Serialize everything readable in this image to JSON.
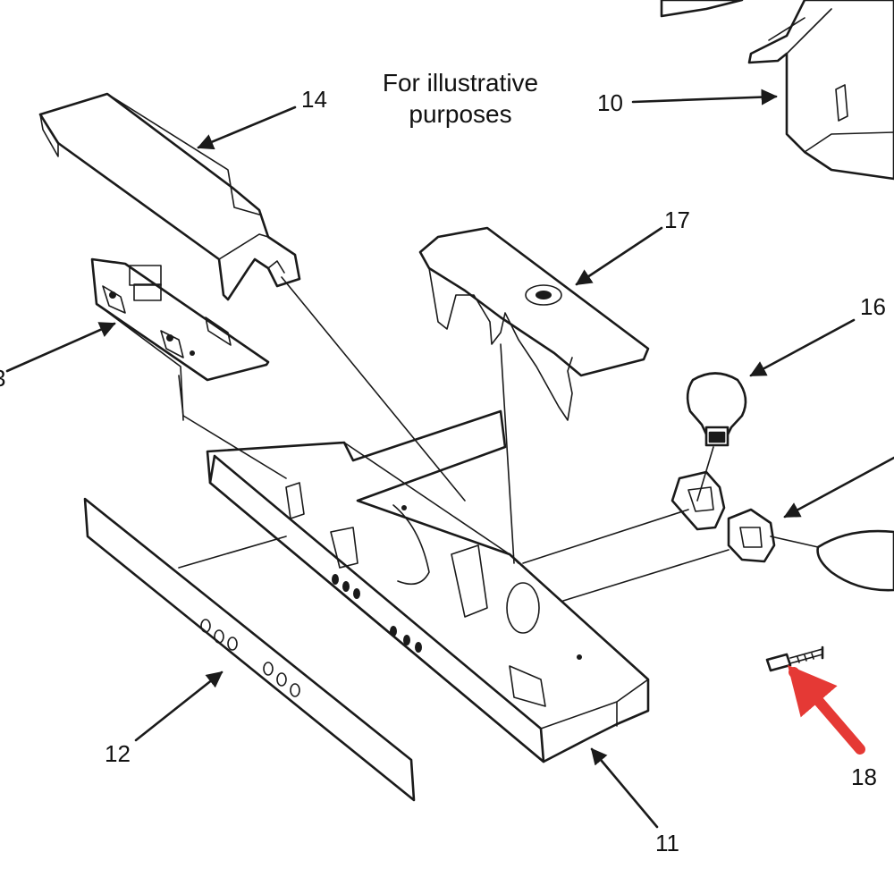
{
  "diagram": {
    "caption_lines": [
      "For illustrative",
      "purposes"
    ],
    "callouts": [
      {
        "id": "10",
        "label": "10"
      },
      {
        "id": "11",
        "label": "11"
      },
      {
        "id": "12",
        "label": "12"
      },
      {
        "id": "13",
        "label": "3"
      },
      {
        "id": "14",
        "label": "14"
      },
      {
        "id": "15",
        "label": ""
      },
      {
        "id": "16",
        "label": "16"
      },
      {
        "id": "17",
        "label": "17"
      },
      {
        "id": "18",
        "label": "18"
      }
    ],
    "highlight_color": "#e53935",
    "line_color": "#1a1a1a",
    "highlighted_part": "18"
  }
}
